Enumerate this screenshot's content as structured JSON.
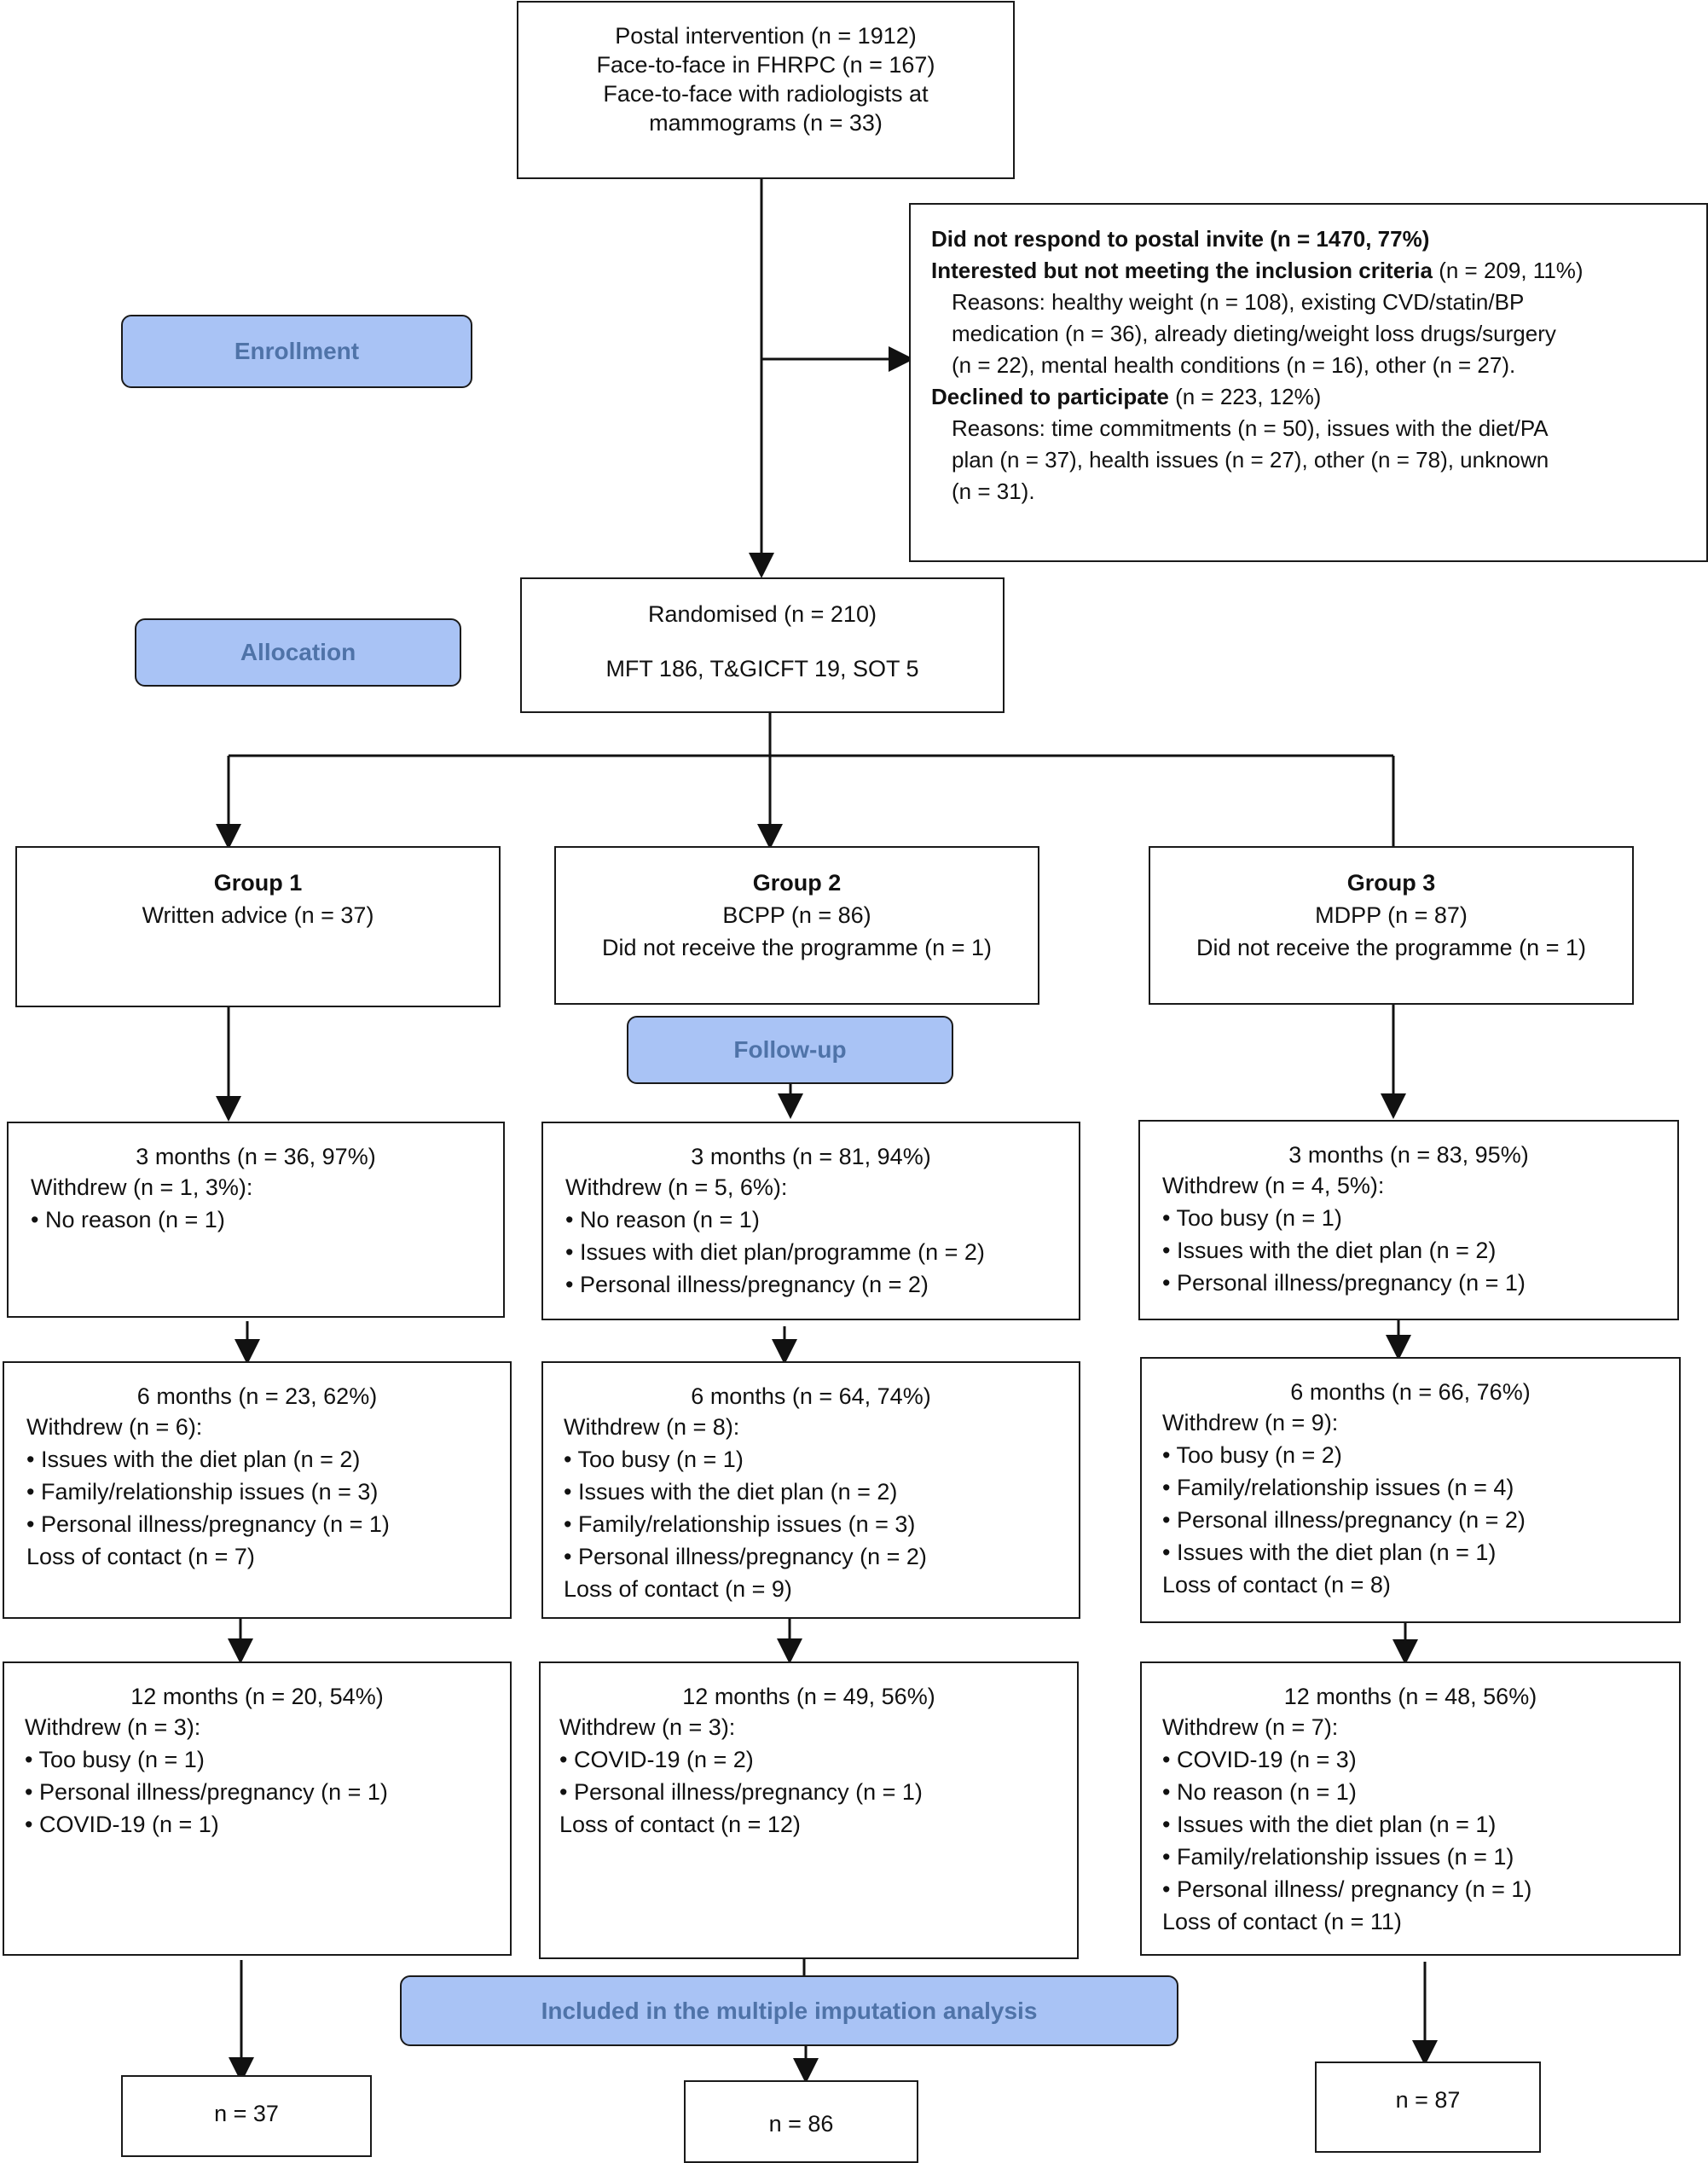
{
  "source": {
    "lines": [
      "Postal intervention (n = 1912)",
      "Face-to-face in FHRPC (n = 167)",
      "Face-to-face with radiologists at",
      "mammograms (n = 33)"
    ]
  },
  "excluded": {
    "did_not_respond": "Did not respond to postal invite (n = 1470, 77%)",
    "interested_heading": "Interested but not meeting the inclusion criteria",
    "interested_count": " (n = 209, 11%)",
    "interested_reasons": [
      "Reasons: healthy weight (n = 108), existing CVD/statin/BP",
      "medication (n = 36), already dieting/weight loss drugs/surgery",
      "(n = 22), mental health conditions (n = 16), other (n = 27)."
    ],
    "declined_heading": "Declined to participate",
    "declined_count": " (n = 223, 12%)",
    "declined_reasons": [
      "Reasons: time commitments (n = 50), issues with the diet/PA",
      "plan (n = 37), health issues (n = 27), other (n = 78), unknown",
      "(n = 31)."
    ]
  },
  "stages": {
    "enrollment": "Enrollment",
    "allocation": "Allocation",
    "followup": "Follow-up",
    "analysis": "Included in the multiple imputation analysis"
  },
  "randomised": {
    "line1": "Randomised (n = 210)",
    "line2": "MFT 186, T&GICFT 19, SOT 5"
  },
  "groups": [
    {
      "title": "Group 1",
      "lines": [
        "Written advice (n = 37)"
      ]
    },
    {
      "title": "Group 2",
      "lines": [
        "BCPP (n = 86)",
        "Did not receive the programme (n = 1)"
      ]
    },
    {
      "title": "Group 3",
      "lines": [
        "MDPP (n = 87)",
        "Did not receive the programme (n = 1)"
      ]
    }
  ],
  "followups": {
    "m3": [
      {
        "header": "3 months (n = 36, 97%)",
        "lines": [
          "Withdrew (n = 1, 3%):",
          "• No reason (n = 1)"
        ]
      },
      {
        "header": "3 months (n = 81, 94%)",
        "lines": [
          "Withdrew (n = 5, 6%):",
          "• No reason (n = 1)",
          "• Issues with diet plan/programme (n = 2)",
          "• Personal illness/pregnancy (n = 2)"
        ]
      },
      {
        "header": "3 months (n = 83, 95%)",
        "lines": [
          "Withdrew (n = 4, 5%):",
          "• Too busy (n = 1)",
          "• Issues with the diet plan (n = 2)",
          "• Personal illness/pregnancy (n = 1)"
        ]
      }
    ],
    "m6": [
      {
        "header": "6 months (n = 23, 62%)",
        "lines": [
          "Withdrew (n = 6):",
          "• Issues with the diet plan (n = 2)",
          "• Family/relationship issues (n = 3)",
          "• Personal illness/pregnancy (n = 1)",
          "Loss of contact (n = 7)"
        ]
      },
      {
        "header": "6 months (n = 64, 74%)",
        "lines": [
          "Withdrew (n = 8):",
          "• Too busy (n = 1)",
          "• Issues with the diet plan (n = 2)",
          "• Family/relationship issues (n = 3)",
          "• Personal illness/pregnancy (n = 2)",
          "Loss of contact (n = 9)"
        ]
      },
      {
        "header": "6 months (n = 66, 76%)",
        "lines": [
          "Withdrew (n = 9):",
          "• Too busy (n = 2)",
          "• Family/relationship issues (n = 4)",
          "• Personal illness/pregnancy (n = 2)",
          "• Issues with the diet plan (n = 1)",
          "Loss of contact (n = 8)"
        ]
      }
    ],
    "m12": [
      {
        "header": "12 months (n = 20, 54%)",
        "lines": [
          "Withdrew (n = 3):",
          "• Too busy (n = 1)",
          "• Personal illness/pregnancy (n = 1)",
          "• COVID-19 (n = 1)"
        ]
      },
      {
        "header": "12 months (n = 49, 56%)",
        "lines": [
          "Withdrew (n = 3):",
          "• COVID-19 (n = 2)",
          "• Personal illness/pregnancy (n = 1)",
          "Loss of contact (n = 12)"
        ]
      },
      {
        "header": "12 months (n = 48, 56%)",
        "lines": [
          "Withdrew (n = 7):",
          "• COVID-19 (n = 3)",
          "• No reason (n = 1)",
          "• Issues with the diet plan (n = 1)",
          "• Family/relationship issues (n = 1)",
          "• Personal illness/ pregnancy (n = 1)",
          "Loss of contact (n = 11)"
        ]
      }
    ]
  },
  "analysis": [
    "n = 37",
    "n = 86",
    "n = 87"
  ]
}
